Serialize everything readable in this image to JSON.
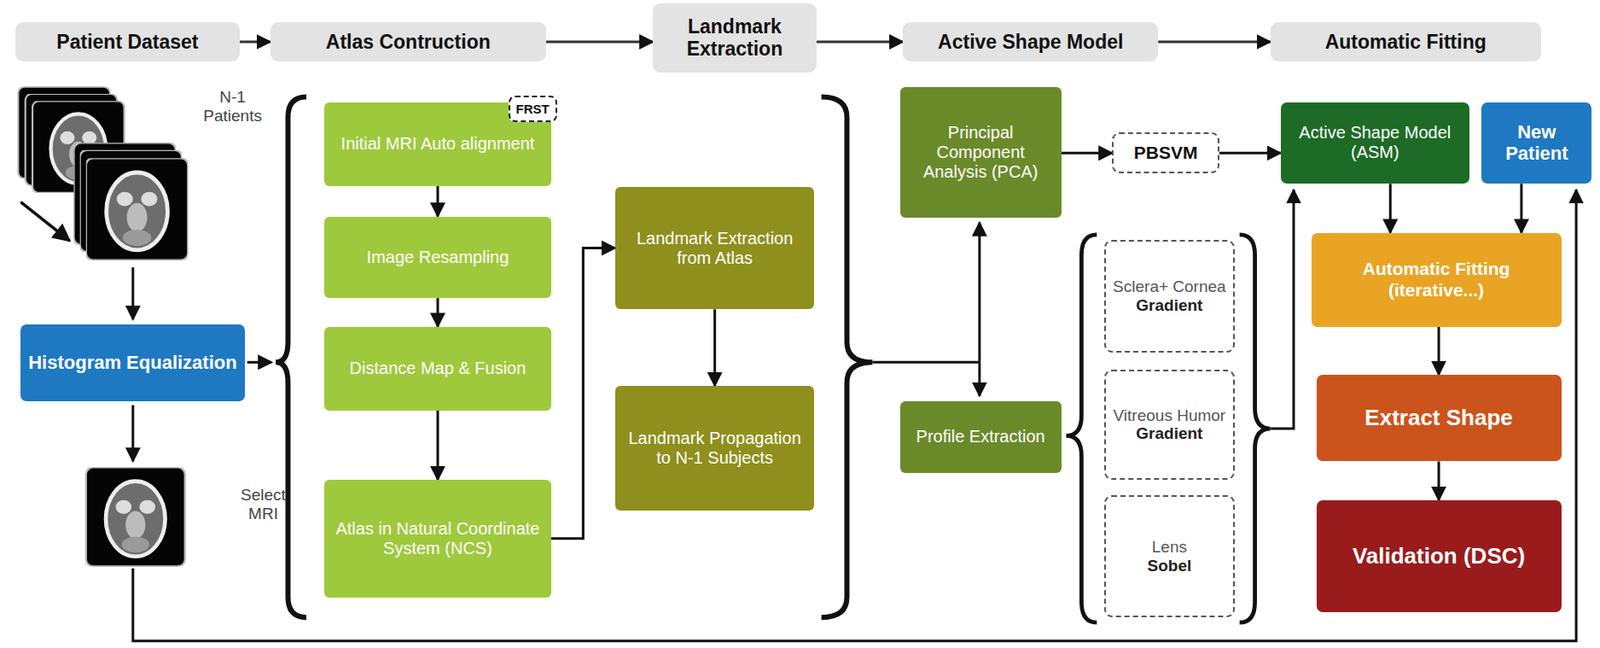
{
  "diagram": {
    "nodes": [
      {
        "text": [
          "Patient Dataset"
        ]
      },
      {
        "text": [
          "Atlas Contruction"
        ]
      },
      {
        "text": [
          "Landmark Extraction"
        ]
      },
      {
        "text": [
          "Active Shape Model"
        ]
      },
      {
        "text": [
          "Automatic Fitting"
        ]
      },
      {
        "text": [
          "Histogram Equalization"
        ]
      },
      {
        "text": [
          "FRST"
        ]
      },
      {
        "text": [
          "Initial MRI Auto alignment"
        ]
      },
      {
        "text": [
          "Image Resampling"
        ]
      },
      {
        "text": [
          "Distance Map & Fusion"
        ]
      },
      {
        "text": [
          "Atlas in Natural Coordinate System (NCS)"
        ]
      },
      {
        "text": [
          "Landmark Extraction from Atlas"
        ]
      },
      {
        "text": [
          "Landmark Propagation to N-1 Subjects"
        ]
      },
      {
        "text": [
          "Principal Component Analysis (PCA)"
        ]
      },
      {
        "text": [
          "PBSVM"
        ]
      },
      {
        "text": [
          "Profile Extraction"
        ]
      },
      {
        "text": [
          "Sclera+ Cornea",
          "Gradient"
        ]
      },
      {
        "text": [
          "Vitreous Humor",
          "Gradient"
        ]
      },
      {
        "text": [
          "Lens",
          "Sobel"
        ]
      },
      {
        "text": [
          "Active Shape Model (ASM)"
        ]
      },
      {
        "text": [
          "New Patient"
        ]
      },
      {
        "text": [
          "Automatic Fitting (iterative...)"
        ]
      },
      {
        "text": [
          "Extract Shape"
        ]
      },
      {
        "text": [
          "Validation (DSC)"
        ]
      }
    ],
    "edges": [
      {
        "from": 0,
        "to": 1,
        "arrow": "to"
      },
      {
        "from": 1,
        "to": 2,
        "arrow": "to"
      },
      {
        "from": 2,
        "to": 3,
        "arrow": "to"
      },
      {
        "from": 3,
        "to": 4,
        "arrow": "to"
      },
      {
        "from": 7,
        "to": 8,
        "arrow": "to"
      },
      {
        "from": 8,
        "to": 9,
        "arrow": "to"
      },
      {
        "from": 9,
        "to": 10,
        "arrow": "to"
      },
      {
        "from": 10,
        "to": 11,
        "arrow": "to"
      },
      {
        "from": 11,
        "to": 12,
        "arrow": "to"
      },
      {
        "from": 13,
        "to": 14,
        "arrow": "to"
      },
      {
        "from": 14,
        "to": 19,
        "arrow": "to"
      },
      {
        "from": 19,
        "to": 21,
        "arrow": "to"
      },
      {
        "from": 20,
        "to": 21,
        "arrow": "to"
      },
      {
        "from": 21,
        "to": 22,
        "arrow": "to"
      },
      {
        "from": 22,
        "to": 23,
        "arrow": "to"
      }
    ],
    "labels": [
      "N-1 Patients",
      "Select MRI"
    ]
  }
}
